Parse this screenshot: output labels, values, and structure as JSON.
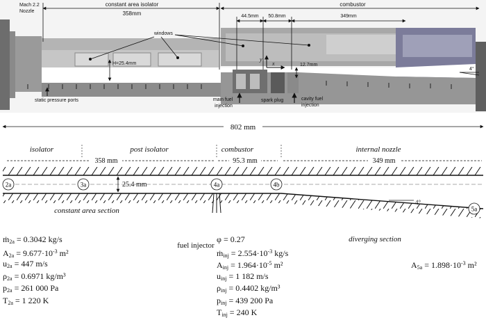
{
  "photo": {
    "nozzle_label": "Mach 2.2\nNozzle",
    "isolator_label": "constant area isolator",
    "isolator_len": "358mm",
    "combustor_label": "combustor",
    "dim_a": "44.5mm",
    "dim_b": "50.8mm",
    "dim_c": "349mm",
    "windows_label": "windows",
    "height_label": "H=25.4mm",
    "cavity_depth": "12.7mm",
    "angle": "4°",
    "axis_y": "y",
    "axis_x": "x",
    "static_ports": "static pressure ports",
    "main_fuel": "main fuel\ninjection",
    "spark_plug": "spark plug",
    "cavity_fuel": "cavity fuel\ninjection"
  },
  "overall_length": "802 mm",
  "schematic": {
    "section_isolator": "isolator",
    "section_post": "post isolator",
    "section_combustor": "combustor",
    "section_nozzle": "internal nozzle",
    "len_isolator": "358 mm",
    "len_combustor": "95.3 mm",
    "len_nozzle": "349 mm",
    "height": "25.4 mm",
    "stations": [
      "2a",
      "3a",
      "4a",
      "4b",
      "5a"
    ],
    "angle": "4°",
    "constant_area": "constant area section",
    "fuel_injector": "fuel injector",
    "diverging": "diverging section"
  },
  "conditions": {
    "left": [
      {
        "sym": "ṁ",
        "sub": "2a",
        "val": "= 0.3042 kg/s"
      },
      {
        "sym": "A",
        "sub": "2a",
        "val": "= 9.677·10",
        "exp": "-3",
        "unit": " m²"
      },
      {
        "sym": "u",
        "sub": "2a",
        "val": "= 447 m/s"
      },
      {
        "sym": "ρ",
        "sub": "2a",
        "val": "= 0.6971 kg/m³"
      },
      {
        "sym": "p",
        "sub": "2a",
        "val": "= 261 000 Pa"
      },
      {
        "sym": "T",
        "sub": "2a",
        "val": "= 1 220 K"
      }
    ],
    "middle": [
      {
        "sym": "φ",
        "sub": "",
        "val": "= 0.27"
      },
      {
        "sym": "ṁ",
        "sub": "inj",
        "val": "= 2.554·10",
        "exp": "-3",
        "unit": " kg/s"
      },
      {
        "sym": "A",
        "sub": "inj",
        "val": "= 1.964·10",
        "exp": "-5",
        "unit": " m²"
      },
      {
        "sym": "u",
        "sub": "inj",
        "val": "= 1 182 m/s"
      },
      {
        "sym": "ρ",
        "sub": "inj",
        "val": "= 0.4402 kg/m³"
      },
      {
        "sym": "p",
        "sub": "inj",
        "val": "= 439 200 Pa"
      },
      {
        "sym": "T",
        "sub": "inj",
        "val": "= 240 K"
      }
    ],
    "right": {
      "sym": "A",
      "sub": "5a",
      "val": "= 1.898·10",
      "exp": "-3",
      "unit": " m²"
    }
  }
}
